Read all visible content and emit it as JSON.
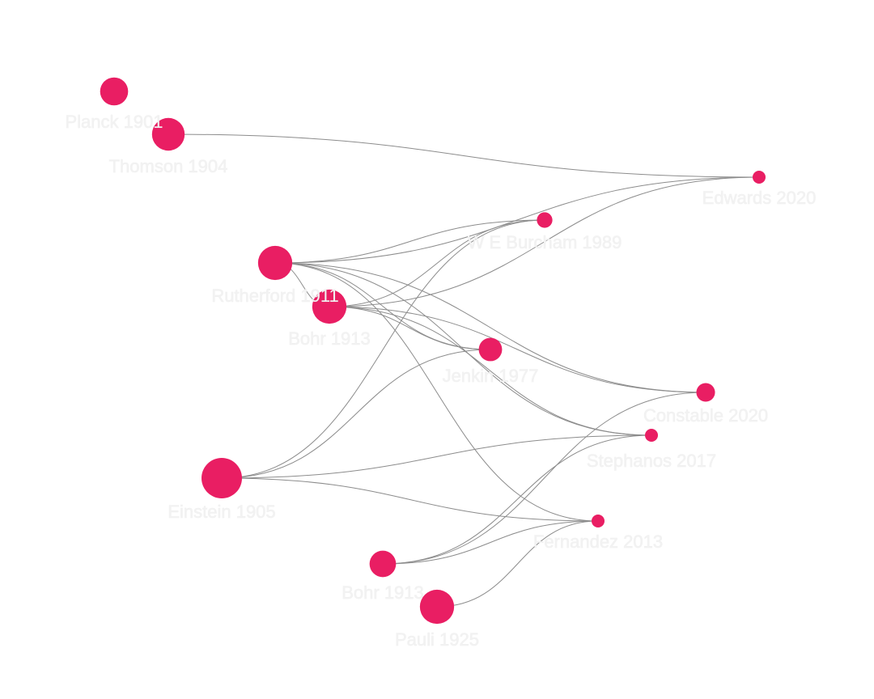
{
  "graph": {
    "colors": {
      "node": "#e91e63",
      "edge": "#8c8c8c",
      "label": "#f2f2f2",
      "label_overlap": "#ffffff",
      "background": "#ffffff"
    },
    "nodes": [
      {
        "id": "planck1901",
        "label": "Planck 1901",
        "weight": 0.9
      },
      {
        "id": "thomson1904",
        "label": "Thomson 1904",
        "weight": 1.05
      },
      {
        "id": "edwards2020",
        "label": "Edwards 2020",
        "weight": 0.35
      },
      {
        "id": "burcham1989",
        "label": "W E Burcham 1989",
        "weight": 0.5
      },
      {
        "id": "rutherford1911",
        "label": "Rutherford 1911",
        "weight": 1.1
      },
      {
        "id": "bohr1913a",
        "label": "Bohr 1913",
        "weight": 1.1
      },
      {
        "id": "jenkin1977",
        "label": "Jenkin 1977",
        "weight": 0.75
      },
      {
        "id": "constable2020",
        "label": "Constable 2020",
        "weight": 0.6
      },
      {
        "id": "stephanos2017",
        "label": "Stephanos 2017",
        "weight": 0.35
      },
      {
        "id": "einstein1905",
        "label": "Einstein 1905",
        "weight": 1.3
      },
      {
        "id": "fernandez2013",
        "label": "Fernandez 2013",
        "weight": 0.35
      },
      {
        "id": "bohr1913b",
        "label": "Bohr 1913",
        "weight": 0.85
      },
      {
        "id": "pauli1925",
        "label": "Pauli 1925",
        "weight": 1.1
      }
    ],
    "edges": [
      {
        "source": "thomson1904",
        "target": "edwards2020"
      },
      {
        "source": "rutherford1911",
        "target": "burcham1989"
      },
      {
        "source": "rutherford1911",
        "target": "edwards2020"
      },
      {
        "source": "rutherford1911",
        "target": "bohr1913a"
      },
      {
        "source": "rutherford1911",
        "target": "jenkin1977"
      },
      {
        "source": "rutherford1911",
        "target": "constable2020"
      },
      {
        "source": "rutherford1911",
        "target": "stephanos2017"
      },
      {
        "source": "rutherford1911",
        "target": "fernandez2013"
      },
      {
        "source": "bohr1913a",
        "target": "burcham1989"
      },
      {
        "source": "bohr1913a",
        "target": "edwards2020"
      },
      {
        "source": "bohr1913a",
        "target": "jenkin1977"
      },
      {
        "source": "bohr1913a",
        "target": "constable2020"
      },
      {
        "source": "bohr1913a",
        "target": "stephanos2017"
      },
      {
        "source": "einstein1905",
        "target": "burcham1989"
      },
      {
        "source": "einstein1905",
        "target": "jenkin1977"
      },
      {
        "source": "einstein1905",
        "target": "stephanos2017"
      },
      {
        "source": "einstein1905",
        "target": "fernandez2013"
      },
      {
        "source": "bohr1913b",
        "target": "constable2020"
      },
      {
        "source": "bohr1913b",
        "target": "stephanos2017"
      },
      {
        "source": "bohr1913b",
        "target": "fernandez2013"
      },
      {
        "source": "pauli1925",
        "target": "fernandez2013"
      }
    ]
  }
}
